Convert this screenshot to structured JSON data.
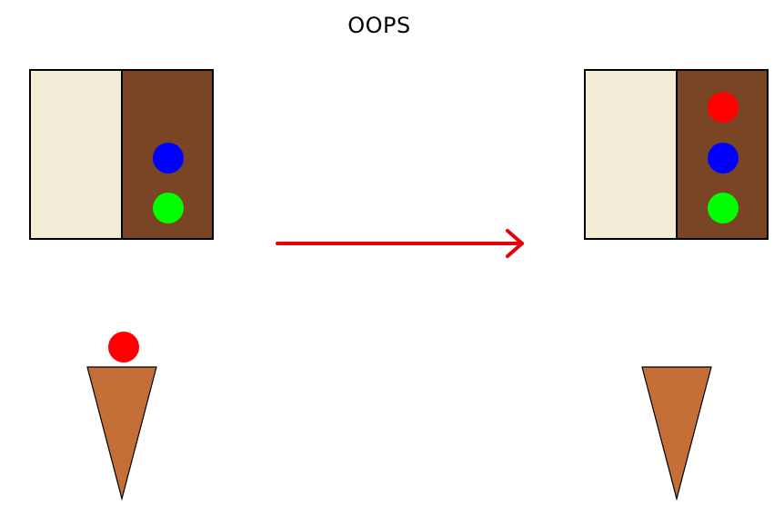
{
  "title": "OOPS",
  "colors": {
    "box_left": "#f3ecd7",
    "box_right": "#7a4524",
    "box_border": "#000000",
    "cone": "#c46e38",
    "arrow": "#e8000a",
    "scoop_red": "#ff0000",
    "scoop_blue": "#0000ff",
    "scoop_green": "#00ff00"
  },
  "before": {
    "box_scoops": [
      "blue",
      "green"
    ],
    "cone_scoops": [
      "red"
    ]
  },
  "after": {
    "box_scoops": [
      "red",
      "blue",
      "green"
    ],
    "cone_scoops": []
  },
  "transition_icon": "right-arrow-icon"
}
